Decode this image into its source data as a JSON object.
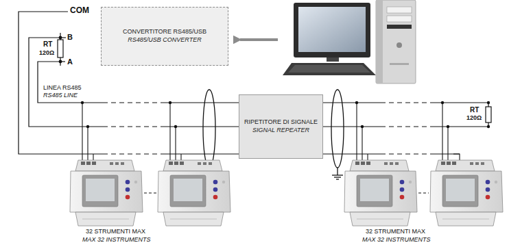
{
  "diagram": {
    "nodes": [
      {
        "text": [
          "CONVERTITORE RS485/USB",
          "RS485/USB CONVERTER"
        ]
      },
      {
        "text": [
          "RIPETITORE DI SIGNALE",
          "SIGNAL REPEATER"
        ]
      }
    ],
    "labels": [
      "COM",
      "B",
      "A",
      "RT",
      "120Ω",
      "LINEA RS485",
      "RS485 LINE",
      "RT",
      "120Ω",
      "32 STRUMENTI MAX",
      "MAX 32 INSTRUMENTS",
      "32 STRUMENTI MAX",
      "MAX 32 INSTRUMENTS"
    ]
  }
}
